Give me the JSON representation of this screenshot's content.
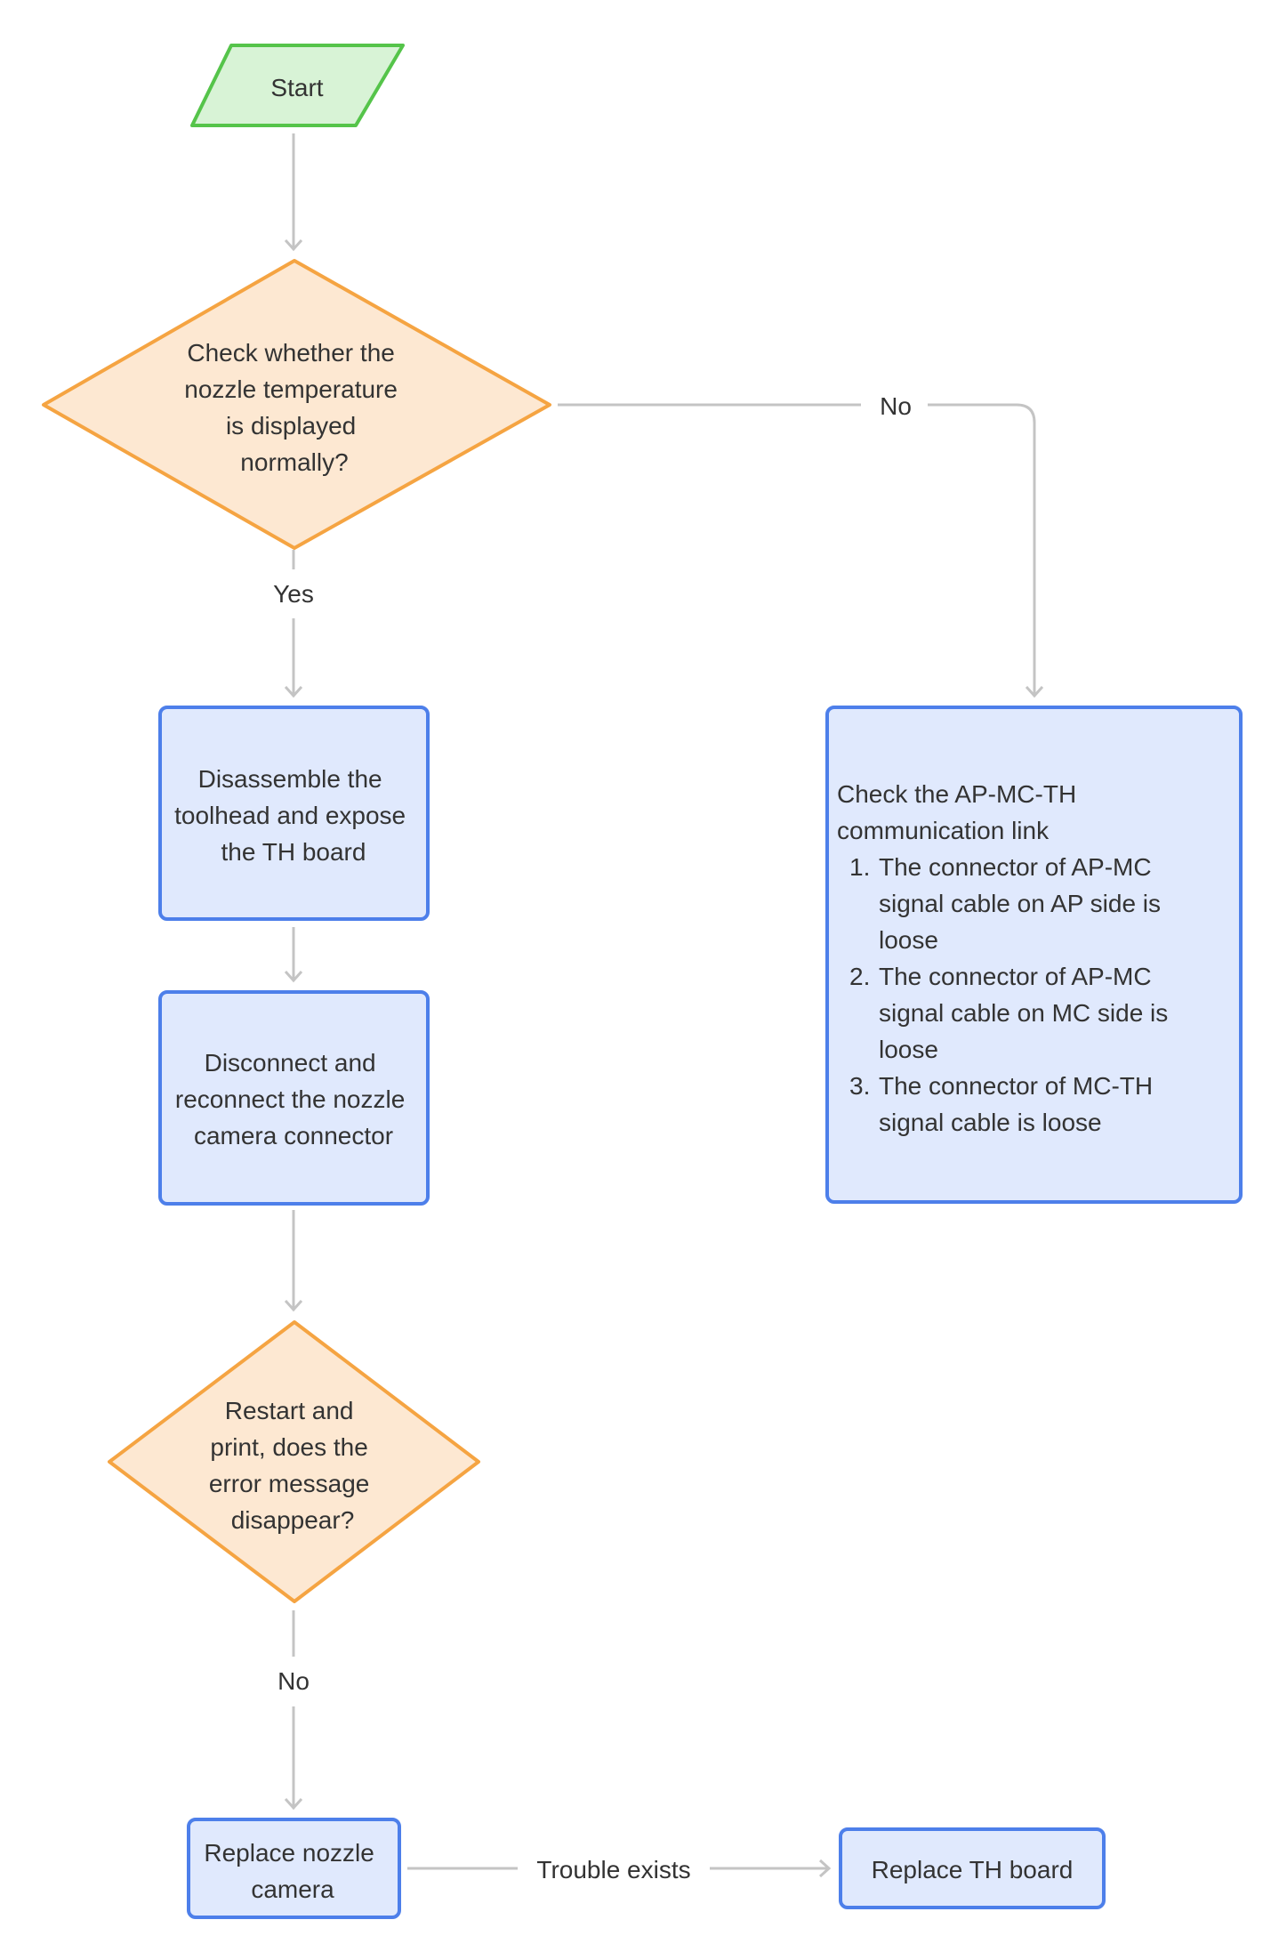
{
  "colors": {
    "start_fill": "#d8f3d6",
    "start_stroke": "#55c44a",
    "decision_fill": "#fde8d2",
    "decision_stroke": "#f5a442",
    "process_fill": "#e0e9fd",
    "process_stroke": "#4d7fea",
    "connector": "#c4c4c4",
    "text": "#333333"
  },
  "nodes": {
    "start": {
      "label": "Start"
    },
    "check_temp": {
      "lines": [
        "Check whether the",
        "nozzle temperature",
        "is displayed",
        "normally?"
      ]
    },
    "disassemble": {
      "lines": [
        "Disassemble the",
        "toolhead and expose",
        "the TH board"
      ]
    },
    "reconnect": {
      "lines": [
        "Disconnect and",
        "reconnect the nozzle",
        "camera connector"
      ]
    },
    "restart": {
      "lines": [
        "Restart and",
        "print, does the",
        "error message",
        "disappear?"
      ]
    },
    "replace_camera": {
      "lines": [
        "Replace nozzle",
        "camera"
      ]
    },
    "replace_th": {
      "label": "Replace TH board"
    },
    "check_link": {
      "title_lines": [
        "Check the AP-MC-TH",
        "communication link"
      ],
      "items": [
        {
          "num": "1.",
          "lines": [
            "The connector of AP-MC",
            "signal cable on AP side is",
            "loose"
          ]
        },
        {
          "num": "2.",
          "lines": [
            "The connector of AP-MC",
            "signal cable on MC side is",
            "loose"
          ]
        },
        {
          "num": "3.",
          "lines": [
            "The connector of MC-TH",
            "signal cable is loose"
          ]
        }
      ]
    }
  },
  "edges": {
    "yes_label": "Yes",
    "no_label": "No",
    "no2_label": "No",
    "trouble_label": "Trouble exists"
  }
}
